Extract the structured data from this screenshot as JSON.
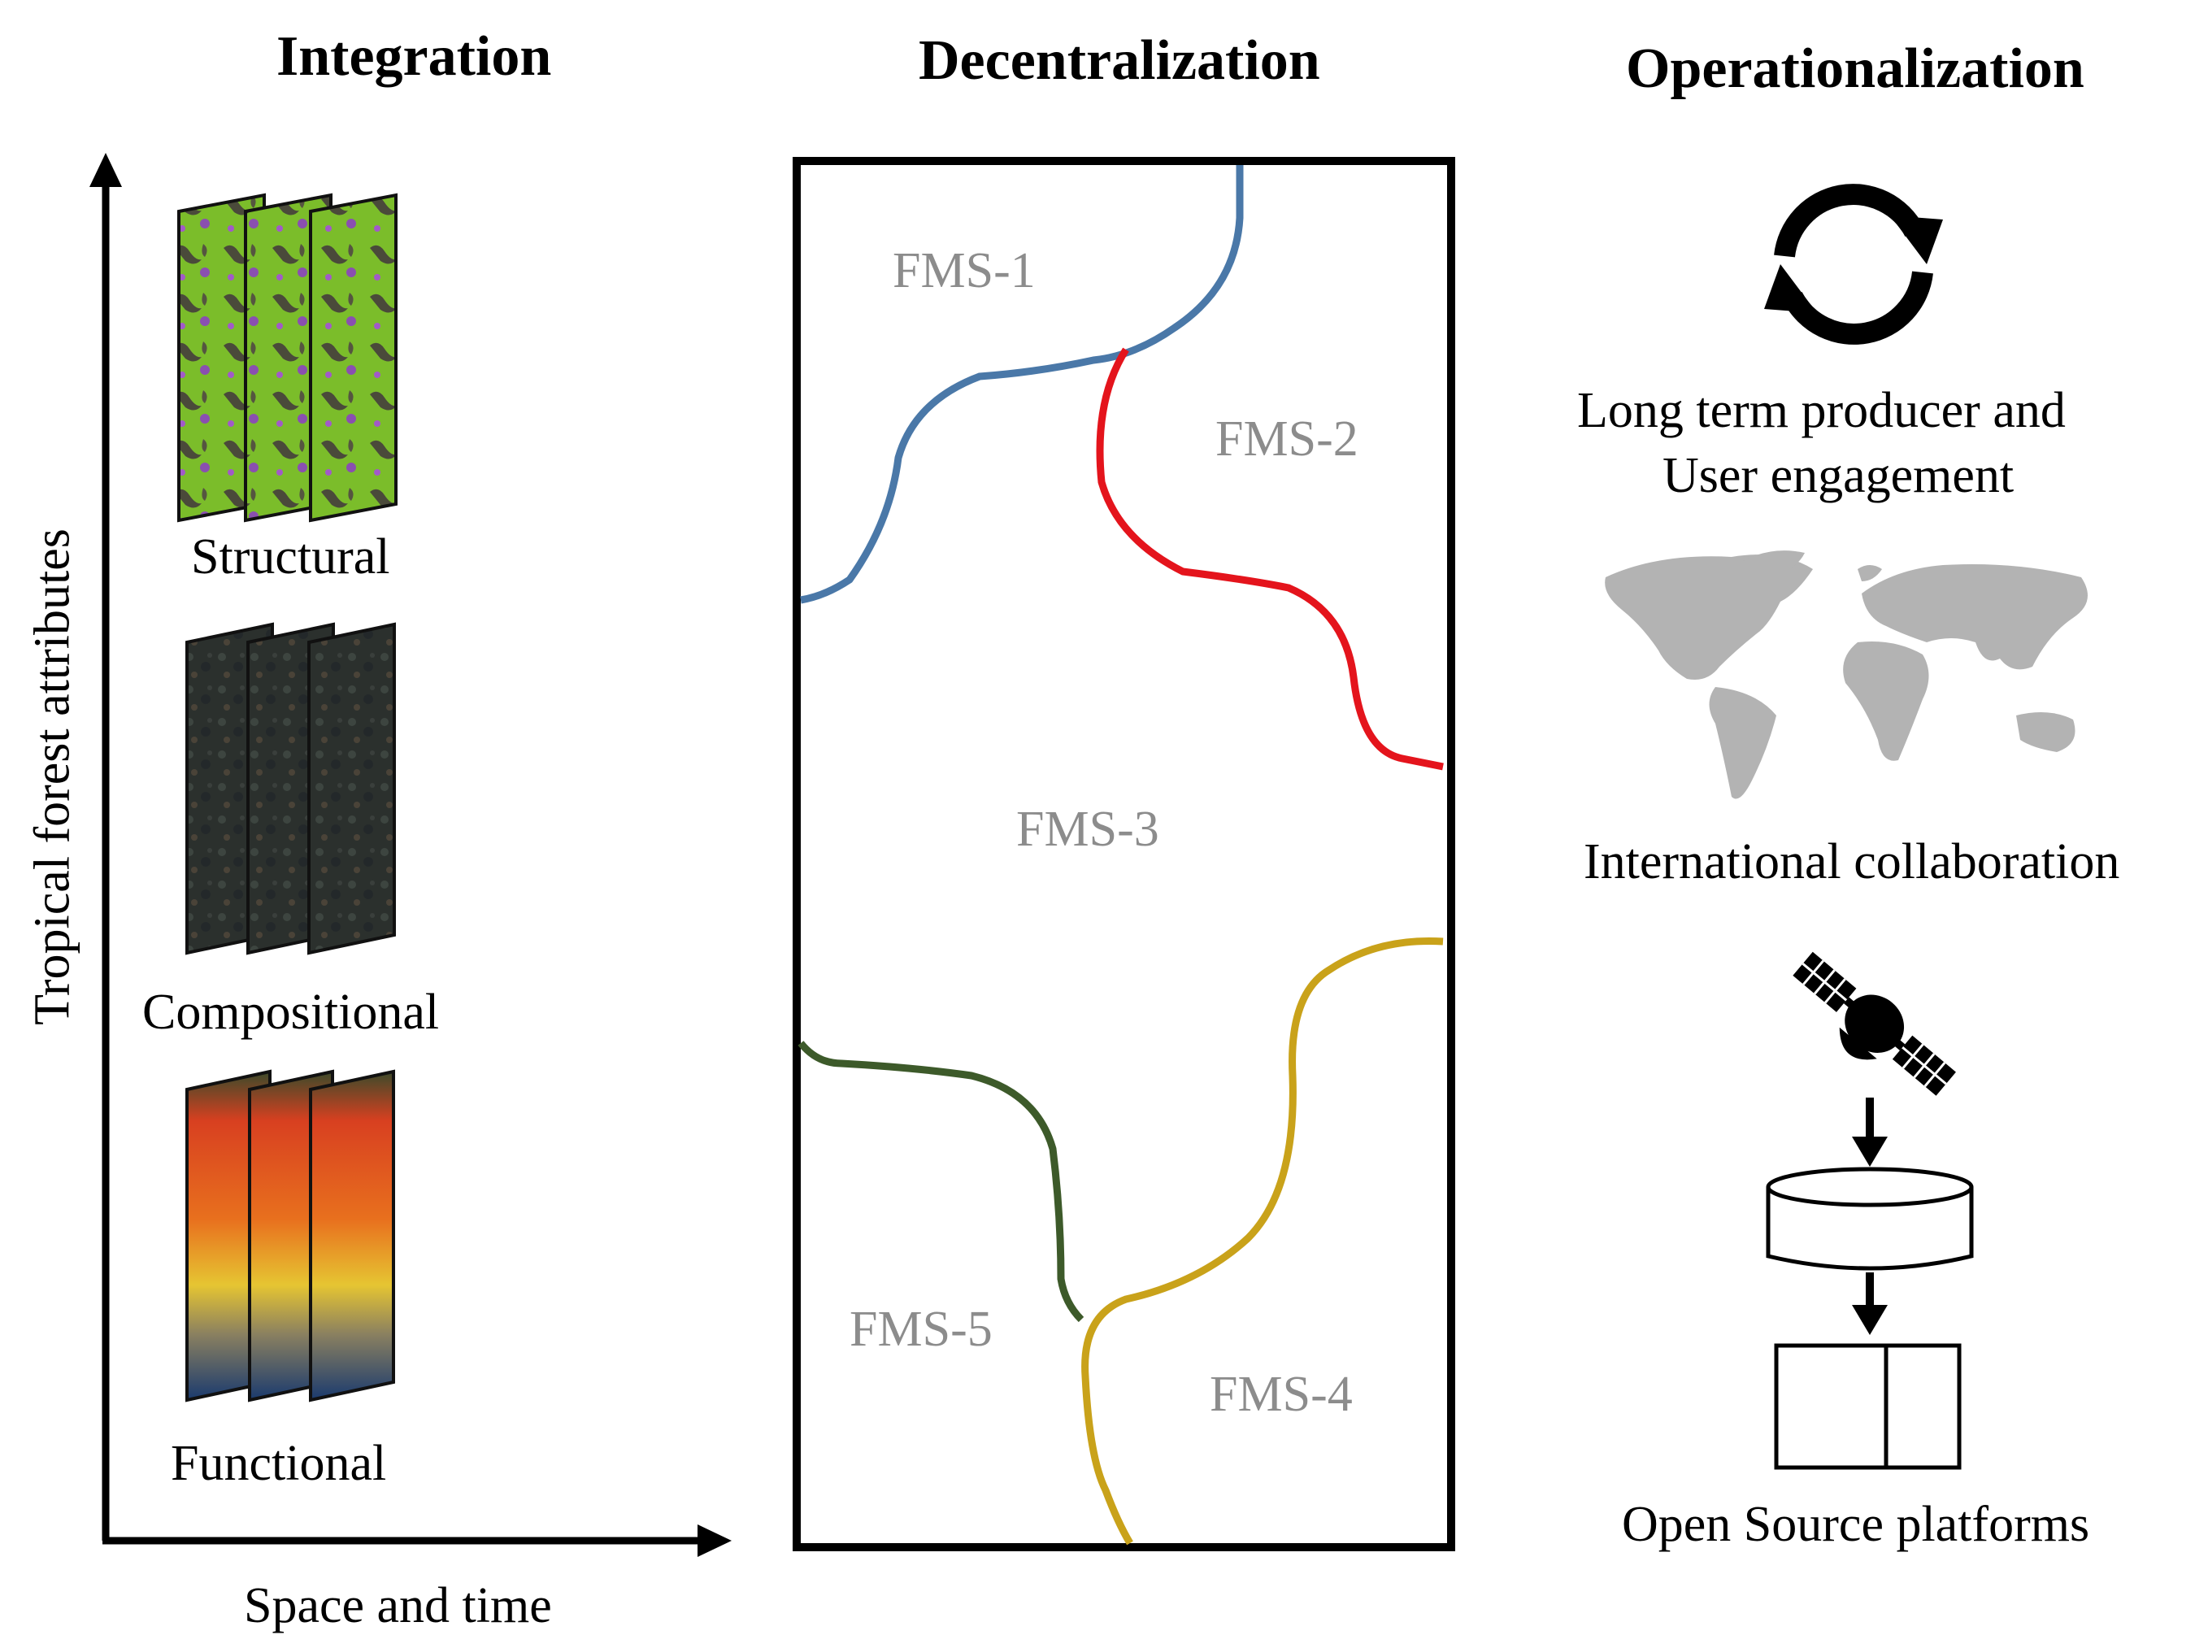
{
  "headings": {
    "integration": "Integration",
    "decentralization": "Decentralization",
    "operationalization": "Operationalization"
  },
  "integration": {
    "y_axis_label": "Tropical forest attributes",
    "x_axis_label": "Space and time",
    "stacks": [
      {
        "label": "Structural",
        "kind": "structural"
      },
      {
        "label": "Compositional",
        "kind": "compositional"
      },
      {
        "label": "Functional",
        "kind": "functional"
      }
    ]
  },
  "decentralization": {
    "regions": [
      "FMS-1",
      "FMS-2",
      "FMS-3",
      "FMS-4",
      "FMS-5"
    ],
    "boundary_colors": {
      "fms1_boundary": "#4a78a8",
      "fms2_boundary": "#e4141c",
      "fms5_boundary": "#3d5a2a",
      "fms4_boundary": "#c9a21a"
    }
  },
  "operationalization": {
    "items": [
      {
        "label_line1": "Long term producer and",
        "label_line2": "User engagement",
        "icon": "refresh-cycle-icon"
      },
      {
        "label": "International collaboration",
        "icon": "world-map-icon"
      },
      {
        "label": "Open Source platforms",
        "icon": "satellite-database-platform-icon"
      }
    ]
  },
  "colors": {
    "map_gray": "#b3b3b3",
    "fms_text": "#8c8c8c"
  }
}
